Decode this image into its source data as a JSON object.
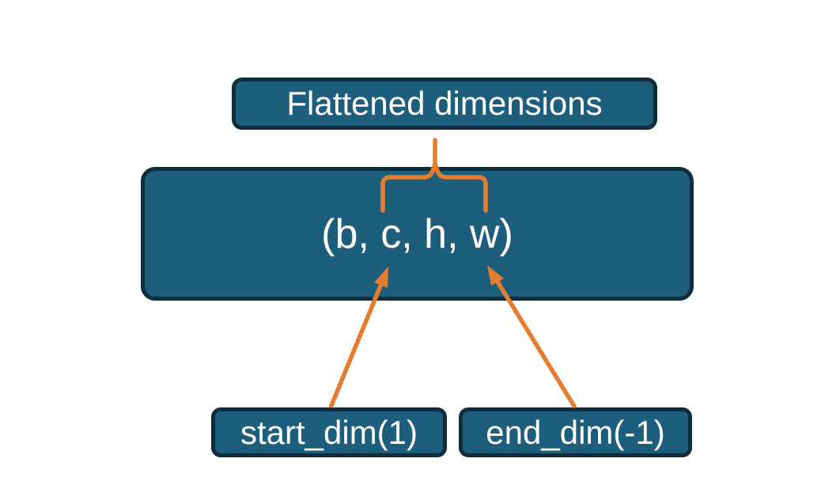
{
  "diagram": {
    "flattened_box": {
      "label": "Flattened dimensions"
    },
    "shape_box": {
      "label": "(b, c, h, w)"
    },
    "start_dim_box": {
      "label": "start_dim(1)"
    },
    "end_dim_box": {
      "label": "end_dim(-1)"
    }
  },
  "colors": {
    "box_fill": "#1E5E7D",
    "box_border": "#0F2D3B",
    "label_text": "#FFFFFF",
    "connector": "#E57D31",
    "background": "#FFFFFF"
  }
}
